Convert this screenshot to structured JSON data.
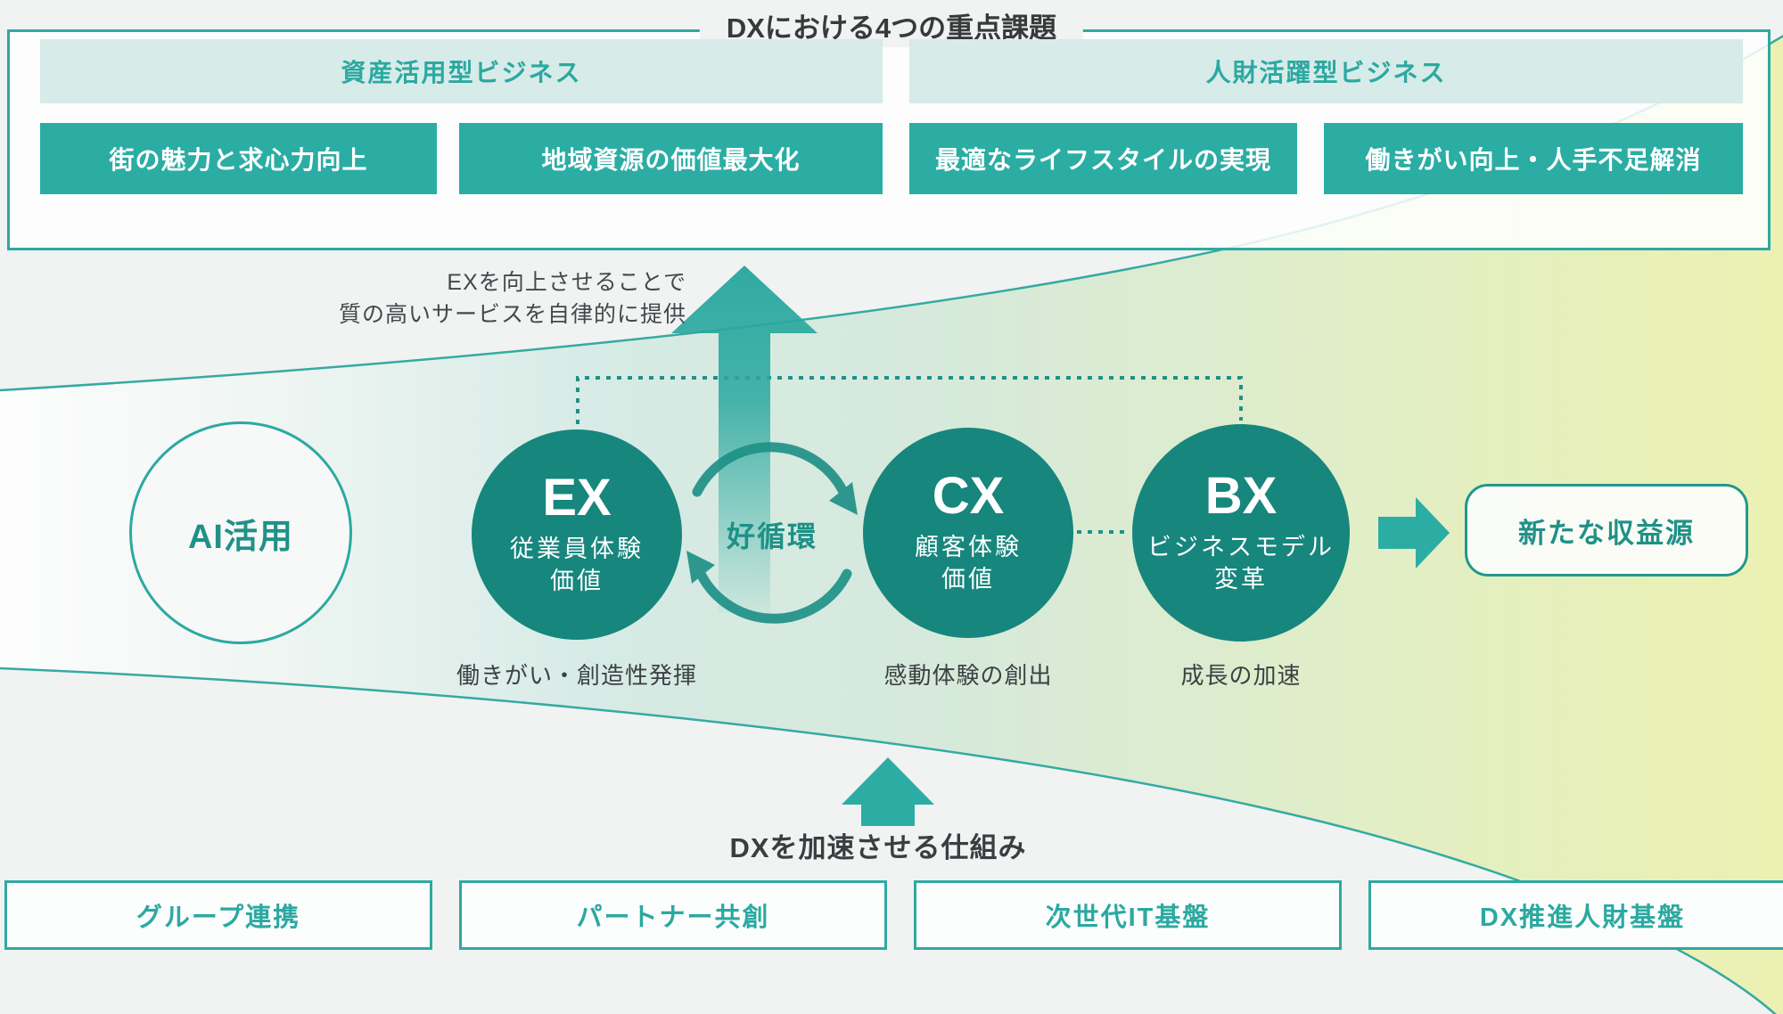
{
  "colors": {
    "accent_teal": "#2bada4",
    "dark_teal_circle": "#17867d",
    "light_teal_header_bg": "#d7ebe9",
    "outline_teal": "#2fa9a1",
    "funnel_gradient": [
      "#fdfdfd",
      "#d7ebe6",
      "#d5e9dd",
      "#dcecd0",
      "#e5efbf",
      "#ecf1b2"
    ]
  },
  "top_section": {
    "title": "DXにおける4つの重点課題",
    "groups": [
      {
        "header": "資産活用型ビジネス",
        "items": [
          "街の魅力と求心力向上",
          "地域資源の価値最大化"
        ]
      },
      {
        "header": "人財活躍型ビジネス",
        "items": [
          "最適なライフスタイルの実現",
          "働きがい向上・人手不足解消"
        ]
      }
    ]
  },
  "middle": {
    "annotation_line1": "EXを向上させることで",
    "annotation_line2": "質の高いサービスを自律的に提供",
    "ai_circle_label": "AI活用",
    "cycle_label": "好循環",
    "circles": [
      {
        "code": "EX",
        "sub_line1": "従業員体験",
        "sub_line2": "価値",
        "caption": "働きがい・創造性発揮"
      },
      {
        "code": "CX",
        "sub_line1": "顧客体験",
        "sub_line2": "価値",
        "caption": "感動体験の創出"
      },
      {
        "code": "BX",
        "sub_line1": "ビジネスモデル",
        "sub_line2": "変革",
        "caption": "成長の加速"
      }
    ],
    "result_box_label": "新たな収益源"
  },
  "bottom_section": {
    "arrow_caption": "DXを加速させる仕組み",
    "boxes": [
      "グループ連携",
      "パートナー共創",
      "次世代IT基盤",
      "DX推進人財基盤"
    ]
  }
}
